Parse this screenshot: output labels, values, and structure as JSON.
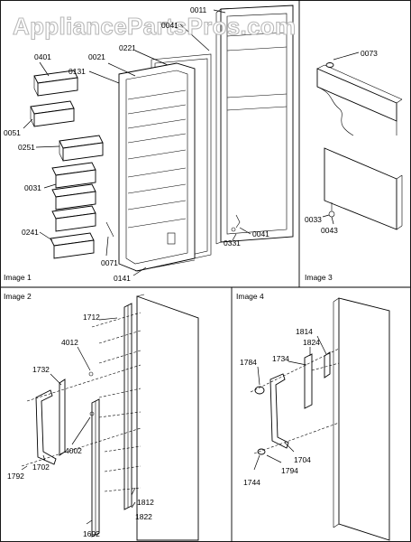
{
  "watermark": "AppliancePartsPros.com",
  "images": [
    {
      "key": "image1",
      "label": "Image 1"
    },
    {
      "key": "image2",
      "label": "Image 2"
    },
    {
      "key": "image3",
      "label": "Image 3"
    },
    {
      "key": "image4",
      "label": "Image 4"
    }
  ],
  "callouts": {
    "image1": [
      "0011",
      "0041",
      "0221",
      "0021",
      "0131",
      "0401",
      "0051",
      "0251",
      "0031",
      "0241",
      "0071",
      "0141",
      "0331",
      "0041"
    ],
    "image3": [
      "0073",
      "0033",
      "0043"
    ],
    "image2": [
      "1712",
      "4012",
      "1732",
      "4002",
      "1702",
      "1792",
      "1812",
      "1822",
      "1692"
    ],
    "image4": [
      "1814",
      "1824",
      "1784",
      "1734",
      "1704",
      "1794",
      "1744"
    ]
  }
}
